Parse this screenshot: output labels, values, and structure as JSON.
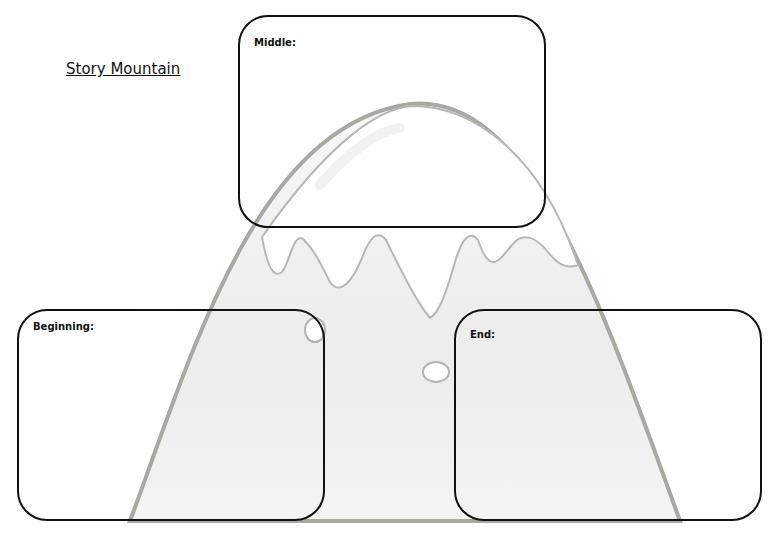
{
  "diagram": {
    "title": "Story Mountain",
    "nodes": [
      {
        "text": [
          "Middle:"
        ]
      },
      {
        "text": [
          "Beginning:"
        ]
      },
      {
        "text": [
          "End:"
        ]
      }
    ]
  }
}
